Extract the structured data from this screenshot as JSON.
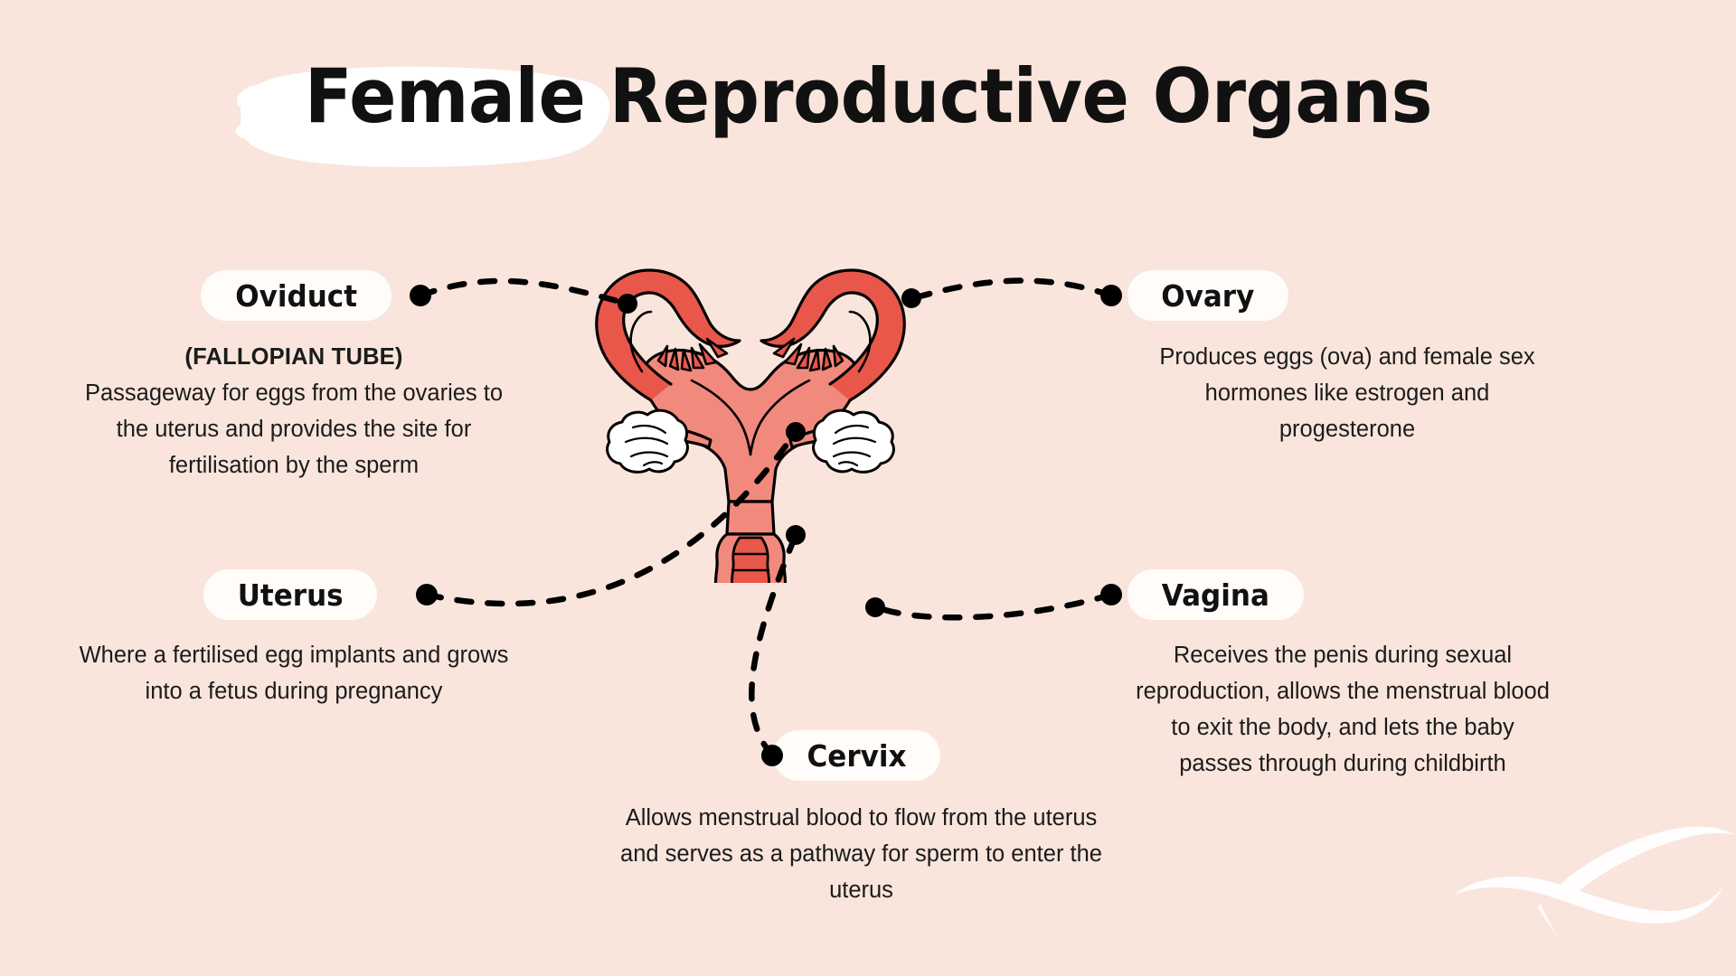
{
  "page": {
    "title": "Female Reproductive Organs",
    "background_color": "#F9E5DC",
    "accent_uterus_color": "#F2897D",
    "accent_tube_color": "#E8574A",
    "ovary_color": "#FFFFFF",
    "pill_color": "#FFFCF9",
    "text_color": "#1B1B1B"
  },
  "labels": {
    "oviduct": {
      "name": "Oviduct",
      "subtitle": "(FALLOPIAN TUBE)",
      "description": "Passageway for eggs from the ovaries to the uterus and provides the site for fertilisation by the sperm"
    },
    "uterus": {
      "name": "Uterus",
      "description": "Where a fertilised egg implants and grows into a fetus during pregnancy"
    },
    "ovary": {
      "name": "Ovary",
      "description": "Produces eggs (ova) and female sex hormones like estrogen and progesterone"
    },
    "vagina": {
      "name": "Vagina",
      "description": "Receives the penis during sexual reproduction, allows the menstrual blood to exit the body, and lets the baby passes through during childbirth"
    },
    "cervix": {
      "name": "Cervix",
      "description": "Allows menstrual blood to flow from the uterus and serves as a pathway for sperm to enter the uterus"
    }
  }
}
